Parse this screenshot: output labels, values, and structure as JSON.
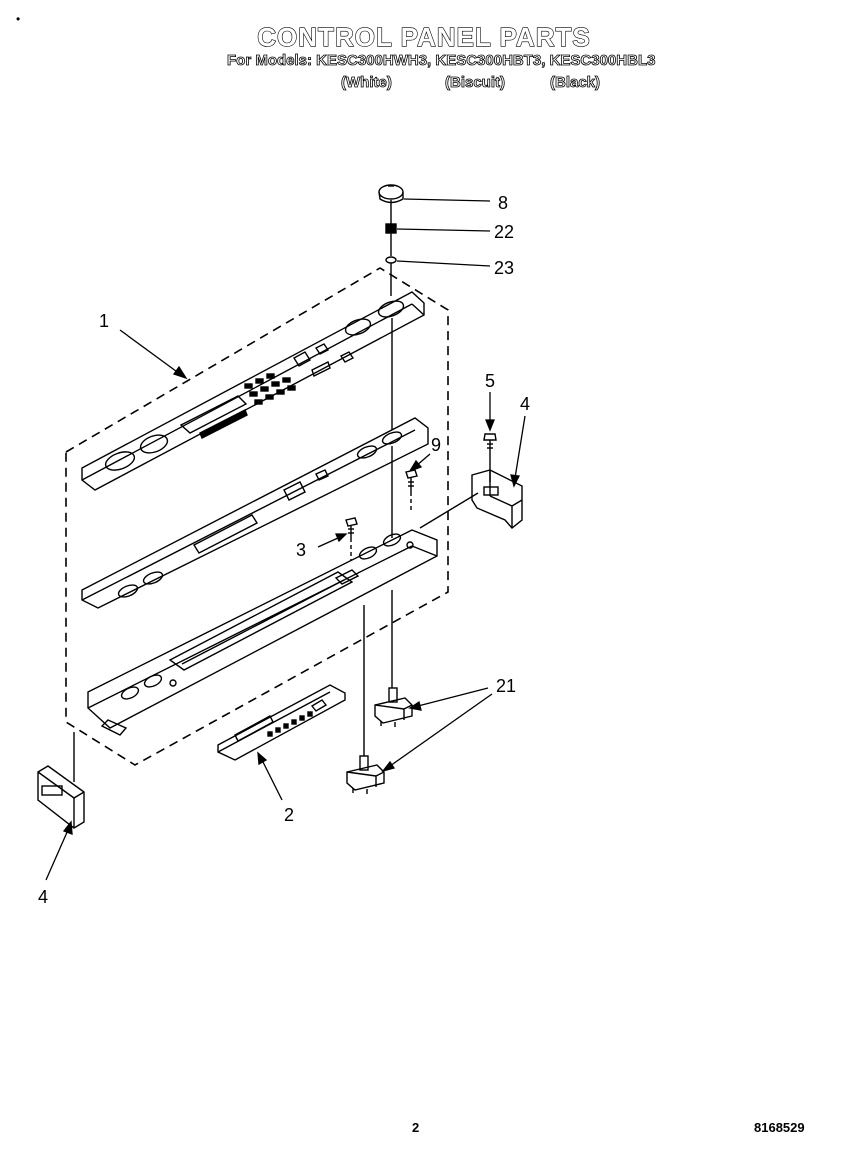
{
  "header": {
    "title": "CONTROL PANEL PARTS",
    "models_line": "For Models: KESC300HWH3, KESC300HBT3, KESC300HBL3",
    "colors": [
      "(White)",
      "(Biscuit)",
      "(Black)"
    ]
  },
  "callouts": {
    "p1": "1",
    "p2": "2",
    "p3": "3",
    "p4_right": "4",
    "p4_left": "4",
    "p5": "5",
    "p8": "8",
    "p9": "9",
    "p21": "21",
    "p22": "22",
    "p23": "23"
  },
  "footer": {
    "page_number": "2",
    "doc_number": "8168529"
  }
}
